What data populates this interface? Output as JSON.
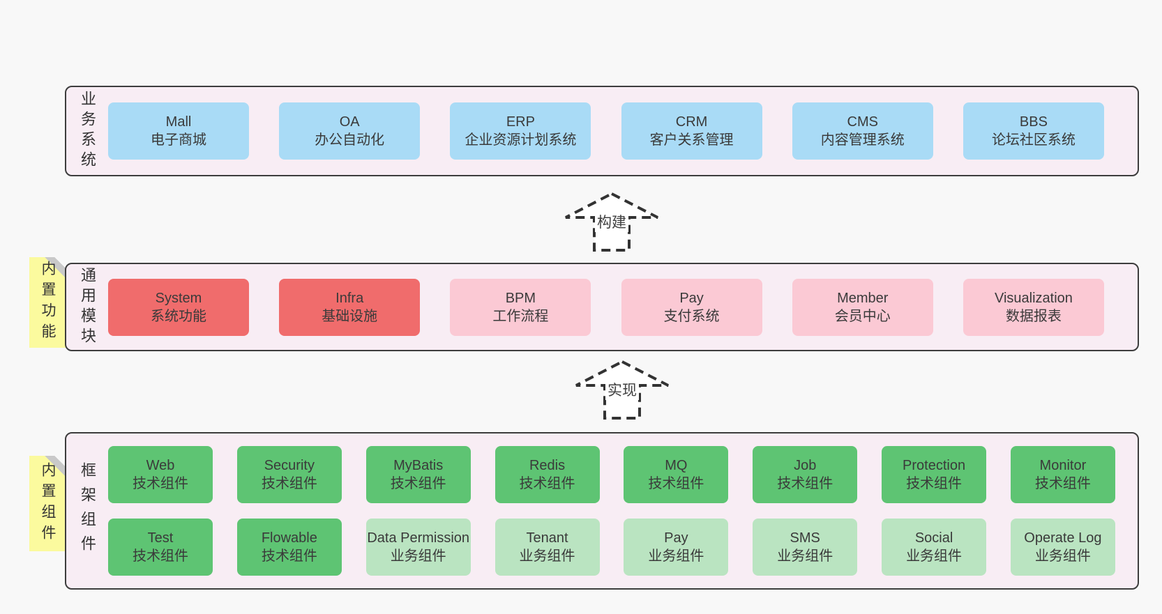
{
  "colors": {
    "page_bg": "#f8f8f8",
    "band_bg": "#f8edf4",
    "band_border": "#3d3d3d",
    "box_blue": "#a9dbf6",
    "box_red": "#f06c6c",
    "box_pink": "#fbc9d4",
    "box_green": "#5ec473",
    "box_green_light": "#bae4c1",
    "note_yellow": "#fbfa9e",
    "note_fold": "#c9c9c9",
    "text": "#3a3a3a"
  },
  "bands": {
    "business": {
      "label": "业务系统",
      "boxes": [
        {
          "title": "Mall",
          "subtitle": "电子商城",
          "variant": "blue"
        },
        {
          "title": "OA",
          "subtitle": "办公自动化",
          "variant": "blue"
        },
        {
          "title": "ERP",
          "subtitle": "企业资源计划系统",
          "variant": "blue"
        },
        {
          "title": "CRM",
          "subtitle": "客户关系管理",
          "variant": "blue"
        },
        {
          "title": "CMS",
          "subtitle": "内容管理系统",
          "variant": "blue"
        },
        {
          "title": "BBS",
          "subtitle": "论坛社区系统",
          "variant": "blue"
        }
      ]
    },
    "modules": {
      "label": "通用模块",
      "note": "内置功能",
      "boxes": [
        {
          "title": "System",
          "subtitle": "系统功能",
          "variant": "red"
        },
        {
          "title": "Infra",
          "subtitle": "基础设施",
          "variant": "red"
        },
        {
          "title": "BPM",
          "subtitle": "工作流程",
          "variant": "pink"
        },
        {
          "title": "Pay",
          "subtitle": "支付系统",
          "variant": "pink"
        },
        {
          "title": "Member",
          "subtitle": "会员中心",
          "variant": "pink"
        },
        {
          "title": "Visualization",
          "subtitle": "数据报表",
          "variant": "pink"
        }
      ]
    },
    "components": {
      "label": "框架组件",
      "note": "内置组件",
      "row1": [
        {
          "title": "Web",
          "subtitle": "技术组件",
          "variant": "green"
        },
        {
          "title": "Security",
          "subtitle": "技术组件",
          "variant": "green"
        },
        {
          "title": "MyBatis",
          "subtitle": "技术组件",
          "variant": "green"
        },
        {
          "title": "Redis",
          "subtitle": "技术组件",
          "variant": "green"
        },
        {
          "title": "MQ",
          "subtitle": "技术组件",
          "variant": "green"
        },
        {
          "title": "Job",
          "subtitle": "技术组件",
          "variant": "green"
        },
        {
          "title": "Protection",
          "subtitle": "技术组件",
          "variant": "green"
        },
        {
          "title": "Monitor",
          "subtitle": "技术组件",
          "variant": "green"
        }
      ],
      "row2": [
        {
          "title": "Test",
          "subtitle": "技术组件",
          "variant": "green"
        },
        {
          "title": "Flowable",
          "subtitle": "技术组件",
          "variant": "green"
        },
        {
          "title": "Data Permission",
          "subtitle": "业务组件",
          "variant": "green-light"
        },
        {
          "title": "Tenant",
          "subtitle": "业务组件",
          "variant": "green-light"
        },
        {
          "title": "Pay",
          "subtitle": "业务组件",
          "variant": "green-light"
        },
        {
          "title": "SMS",
          "subtitle": "业务组件",
          "variant": "green-light"
        },
        {
          "title": "Social",
          "subtitle": "业务组件",
          "variant": "green-light"
        },
        {
          "title": "Operate Log",
          "subtitle": "业务组件",
          "variant": "green-light"
        }
      ]
    }
  },
  "arrows": [
    {
      "label": "构建"
    },
    {
      "label": "实现"
    }
  ]
}
